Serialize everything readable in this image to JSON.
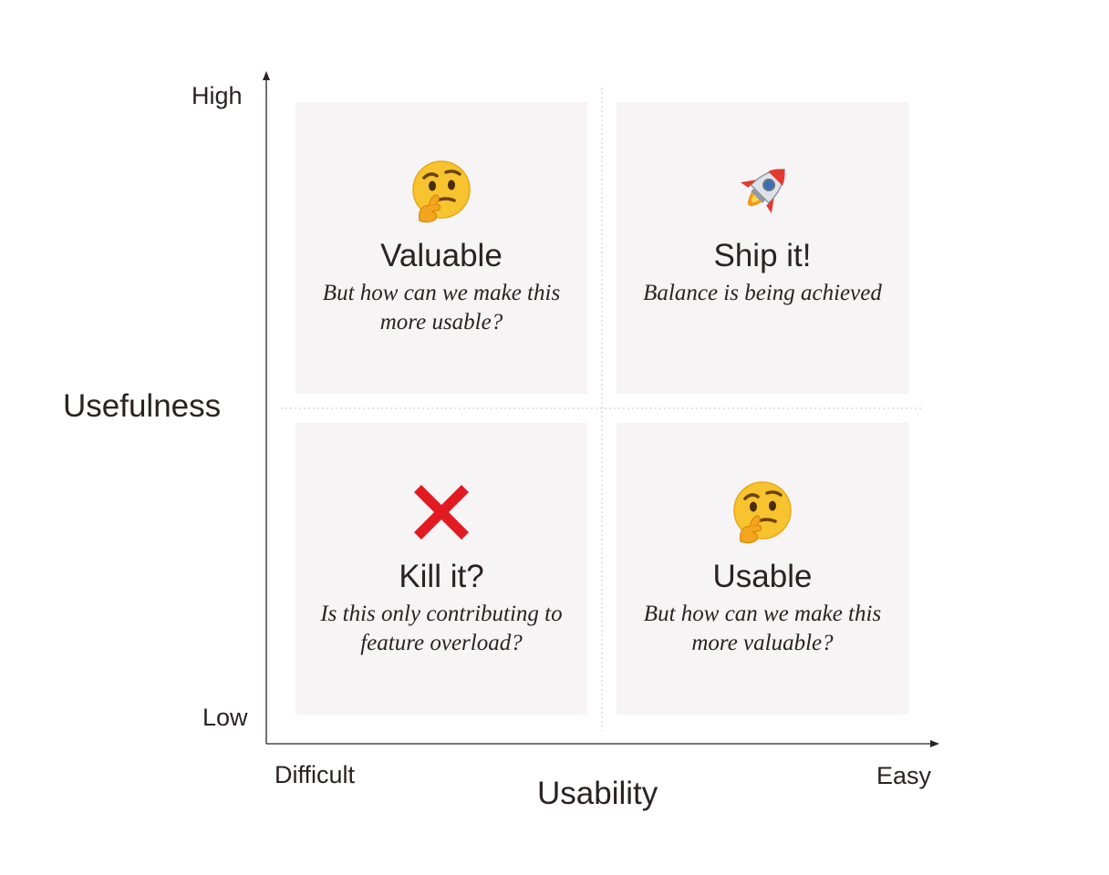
{
  "axes": {
    "y": {
      "title": "Usefulness",
      "high_label": "High",
      "low_label": "Low"
    },
    "x": {
      "title": "Usability",
      "low_label": "Difficult",
      "high_label": "Easy"
    }
  },
  "quadrants": {
    "top_left": {
      "icon": "thinking-face-icon",
      "title": "Valuable",
      "subtitle": "But how can we make this more usable?"
    },
    "top_right": {
      "icon": "rocket-icon",
      "title": "Ship it!",
      "subtitle": "Balance is being achieved"
    },
    "bottom_left": {
      "icon": "red-cross-icon",
      "title": "Kill it?",
      "subtitle": "Is this only contributing to feature overload?"
    },
    "bottom_right": {
      "icon": "thinking-face-icon",
      "title": "Usable",
      "subtitle": "But how can we make this more valuable?"
    }
  },
  "colors": {
    "text": "#2b2323",
    "quadrant_bg": "#f6f4f4",
    "divider": "#c9c5c5",
    "cross": "#e21b23",
    "emoji_face": "#f7c32e"
  }
}
